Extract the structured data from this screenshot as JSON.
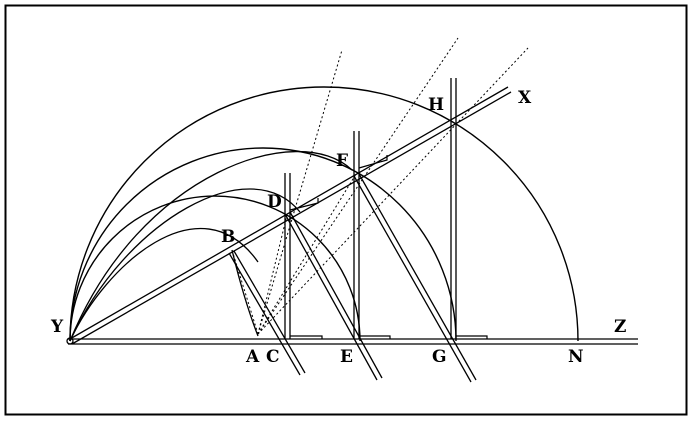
{
  "diagram": {
    "labels": {
      "Y": "Y",
      "A": "A",
      "C": "C",
      "E": "E",
      "G": "G",
      "N": "N",
      "Z": "Z",
      "B": "B",
      "D": "D",
      "F": "F",
      "H": "H",
      "X": "X"
    }
  }
}
